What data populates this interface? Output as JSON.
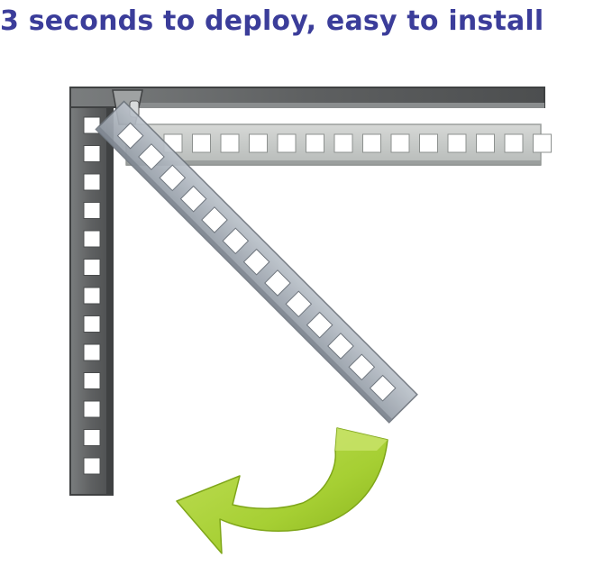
{
  "headline": {
    "text": "3 seconds to deploy, easy to install",
    "color": "#3b3d9a"
  },
  "colors": {
    "rail_dark": "#5e6061",
    "rail_edge": "#3f4142",
    "rail_light": "#c9ccca",
    "rail_mid": "#a9b0b8",
    "hole": "#ffffff",
    "arrow_light": "#aed43c",
    "arrow_dark": "#84ad16"
  },
  "icons": {
    "fixed_rail": "vertical-mounting-rail",
    "folded_rail": "horizontal-folded-rail",
    "moving_rail": "swinging-rail",
    "hinge": "hinge-bracket-icon",
    "rotate_arrow": "curved-rotate-arrow-icon"
  }
}
